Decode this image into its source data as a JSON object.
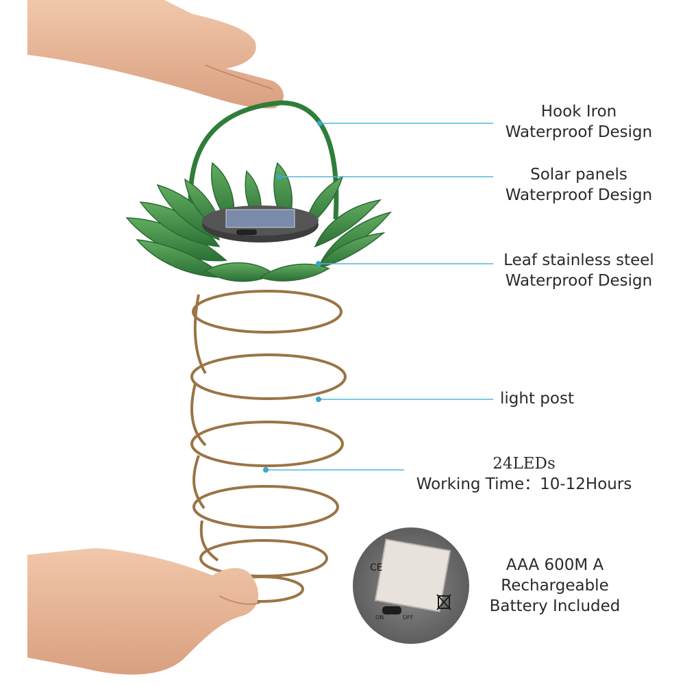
{
  "colors": {
    "callout_line": "#4fb8d8",
    "callout_dot": "#37a7cf",
    "leaf_dark": "#2f7d3a",
    "leaf_light": "#5aa55a",
    "wire": "#9a7446",
    "skin": "#e8b89a",
    "panel_body": "#3d3d3d"
  },
  "callouts": [
    {
      "id": "hook",
      "lines": [
        "Hook Iron",
        "Waterproof Design"
      ]
    },
    {
      "id": "solar",
      "lines": [
        "Solar panels",
        "Waterproof Design"
      ]
    },
    {
      "id": "leaf",
      "lines": [
        "Leaf stainless steel",
        "Waterproof Design"
      ]
    },
    {
      "id": "post",
      "lines": [
        "light post"
      ]
    },
    {
      "id": "leds",
      "lines": [
        "24LEDs",
        "Working Time：10-12Hours"
      ]
    },
    {
      "id": "battery",
      "lines": [
        "AAA 600M A",
        "Rechargeable",
        "Battery Included"
      ]
    }
  ],
  "inset": {
    "icons": [
      "ce-mark-icon",
      "recycle-bin-icon",
      "on-off-switch-icon"
    ],
    "switch_labels": [
      "ON",
      "OFF"
    ]
  }
}
